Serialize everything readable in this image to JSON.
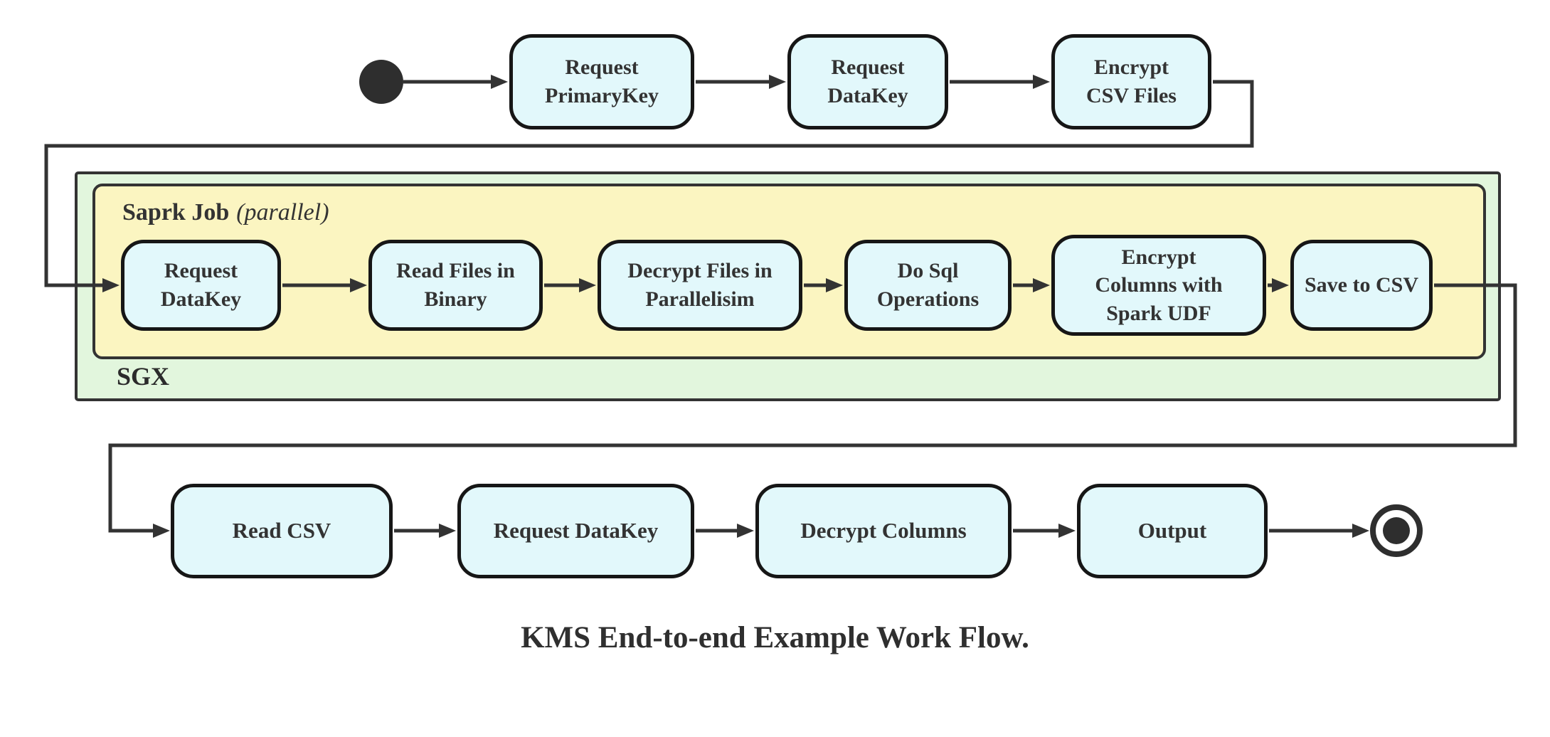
{
  "diagram": {
    "caption": "KMS End-to-end Example Work Flow.",
    "clusters": {
      "sgx": {
        "label": "SGX"
      },
      "spark_job": {
        "label": "Saprk Job",
        "qualifier": "(parallel)"
      }
    },
    "flow": {
      "top": [
        {
          "label": "Request\nPrimaryKey"
        },
        {
          "label": "Request\nDataKey"
        },
        {
          "label": "Encrypt\nCSV Files"
        }
      ],
      "inner": [
        {
          "label": "Request\nDataKey"
        },
        {
          "label": "Read Files in\nBinary"
        },
        {
          "label": "Decrypt Files in\nParallelisim"
        },
        {
          "label": "Do Sql\nOperations"
        },
        {
          "label": "Encrypt\nColumns with\nSpark UDF"
        },
        {
          "label": "Save to CSV"
        }
      ],
      "bottom": [
        {
          "label": "Read CSV"
        },
        {
          "label": "Request DataKey"
        },
        {
          "label": "Decrypt Columns"
        },
        {
          "label": "Output"
        }
      ]
    },
    "colors": {
      "node_fill": "#e2f8fb",
      "node_border": "#161616",
      "cluster_spark_fill": "#fbf5c1",
      "cluster_sgx_fill": "#e2f6dd",
      "cluster_border": "#333333",
      "edge": "#333333",
      "text": "#333333",
      "terminal": "#2e2e2e"
    }
  }
}
